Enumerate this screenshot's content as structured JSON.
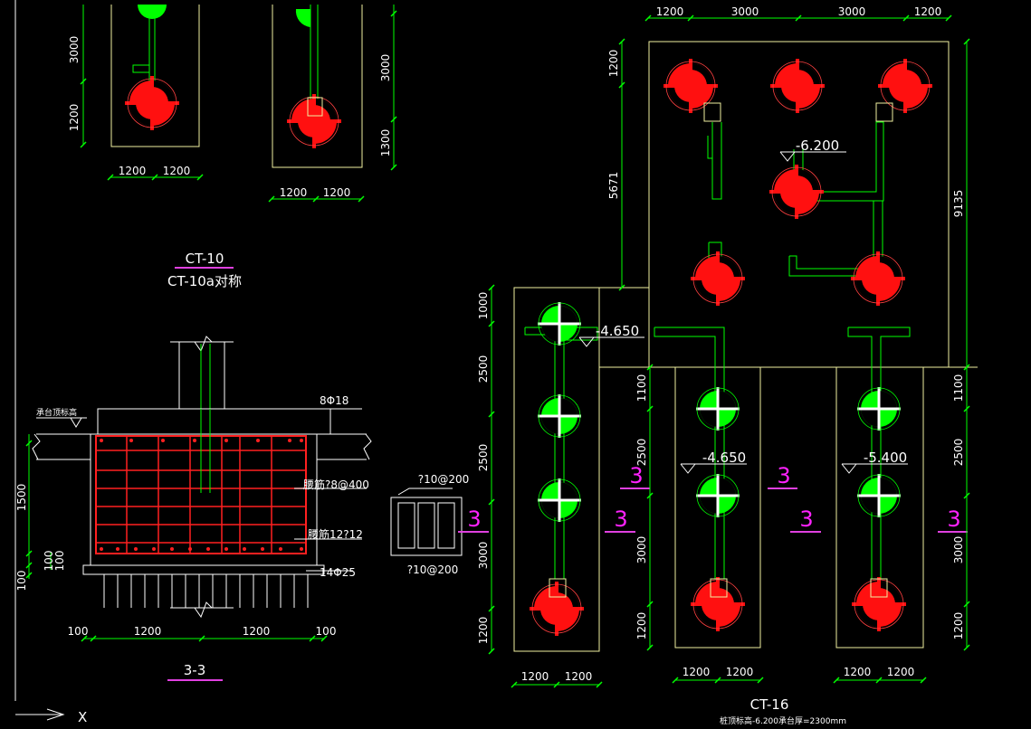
{
  "colors": {
    "background": "#000000",
    "dimension": "#00ff00",
    "outline": "#f0f0a0",
    "rebar": "#ff2020",
    "section_mark": "#e040e0",
    "text": "#ffffff"
  },
  "top_left": {
    "dims": {
      "v3000a": "3000",
      "v1200a": "1200",
      "v3000b": "3000",
      "v1300": "1300",
      "h1200a": "1200",
      "h1200b": "1200",
      "h1200c": "1200",
      "h1200d": "1200"
    },
    "title": "CT-10",
    "subtitle": "CT-10a对称"
  },
  "section_3_3": {
    "title": "3-3",
    "top_label": "承台顶标高",
    "bar_top": "8Φ18",
    "bar_side": "腰筋?8@400",
    "bar_waist": "腰筋12?12",
    "bar_bottom": "14Φ25",
    "dims": {
      "v1500": "1500",
      "v100a": "100",
      "v100b": "100",
      "v100c": "100",
      "h100a": "100",
      "h1200a": "1200",
      "h1200b": "1200",
      "h100b": "100"
    }
  },
  "stirrup_detail": {
    "top": "?10@200",
    "bottom": "?10@200"
  },
  "right_plan": {
    "title": "CT-16",
    "note": "桩顶标高-6.200承台厚=2300mm",
    "elevations": {
      "e1": "-6.200",
      "e2": "-4.650",
      "e3": "-4.650",
      "e4": "-5.400"
    },
    "section_marks": [
      "3",
      "3",
      "3",
      "3",
      "3",
      "3"
    ],
    "dims_top": [
      "1200",
      "3000",
      "3000",
      "1200"
    ],
    "dims_left_upper": [
      "1200",
      "5671"
    ],
    "dims_right_upper": [
      "9135"
    ],
    "dims_left_lower": [
      "1000",
      "2500",
      "2500",
      "3000",
      "1200"
    ],
    "dims_mid_left": [
      "1100",
      "2500",
      "3000",
      "1200"
    ],
    "dims_right_lower": [
      "1100",
      "2500",
      "3000",
      "1200"
    ],
    "dims_bottom_a": [
      "1200",
      "1200"
    ],
    "dims_bottom_b": [
      "1200",
      "1200"
    ],
    "dims_bottom_c": [
      "1200",
      "1200"
    ]
  },
  "ucs": {
    "x_label": "X"
  }
}
